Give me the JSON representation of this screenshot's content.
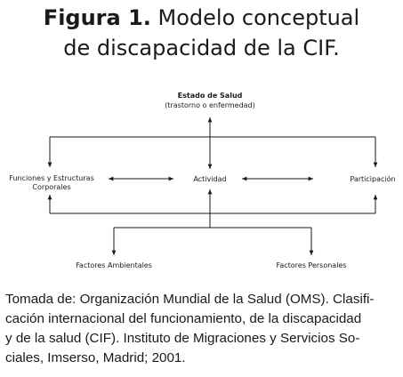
{
  "figure": {
    "label": "Figura 1.",
    "title_part_1": "Modelo conceptual",
    "title_part_2": "de discapacidad de la CIF."
  },
  "diagram": {
    "nodes": {
      "health_condition": "Estado de Salud",
      "health_condition_sub": "(trastorno o enfermedad)",
      "body_functions_line1": "Funciones y Estructuras",
      "body_functions_line2": "Corporales",
      "activity": "Actividad",
      "participation": "Participación",
      "environmental_factors": "Factores Ambientales",
      "personal_factors": "Factores Personales"
    },
    "line_color": "#1a1a1a"
  },
  "caption": {
    "lines": [
      "Tomada de: Organización Mundial de la Salud (OMS). Clasifi-",
      "cación internacional del funcionamiento, de la discapacidad",
      "y de la salud (CIF). Instituto de Migraciones y Servicios So-",
      "ciales, Imserso, Madrid; 2001."
    ]
  }
}
